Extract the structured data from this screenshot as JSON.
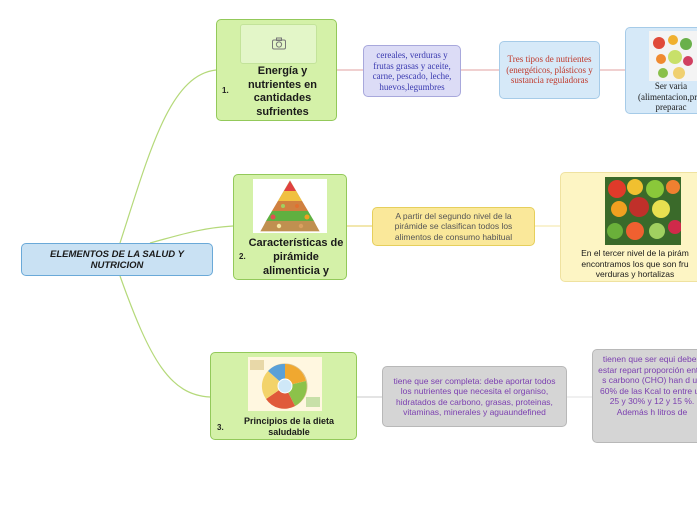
{
  "root": {
    "label": "ELEMENTOS DE LA SALUD Y NUTRICION"
  },
  "branches": [
    {
      "number": "1.",
      "title": "Energía y nutrientes en cantidades sufrientes",
      "image_icon": "camera-icon",
      "children": [
        "cereales, verduras y frutas grasas y aceite, carne, pescado, leche, huevos,legumbres",
        "Tres tipos de nutrientes (energéticos, plásticos y sustancia reguladoras",
        "Ser varia (alimentacion,pr y preparac"
      ]
    },
    {
      "number": "2.",
      "title": "Características de pirámide alimenticia y",
      "image_icon": "food-pyramid-icon",
      "children": [
        "A partir del segundo nivel de la pirámide se clasifican todos los alimentos de consumo habitual",
        "En el tercer nivel de la pirám encontramos los que son fru verduras y hortalizas"
      ]
    },
    {
      "number": "3.",
      "title": "Principios de la dieta saludable",
      "image_icon": "healthy-plate-icon",
      "children": [
        "tiene que ser completa: debe aportar todos los nutrientes que necesita el organiso, hidratados de carbono, grasas, proteinas, vitaminas, minerales y aguaundefined",
        "tienen que ser equi deben estar repart proporción entre s carbono (CHO) han d un 60% de las Kcal to entre un 25 y 30% y 12 y 15 %. Además h litros de"
      ]
    }
  ],
  "colors": {
    "root_fill": "#c9e1f3",
    "branch_fill": "#d4f1a8",
    "link_color": "#b5d97a"
  }
}
